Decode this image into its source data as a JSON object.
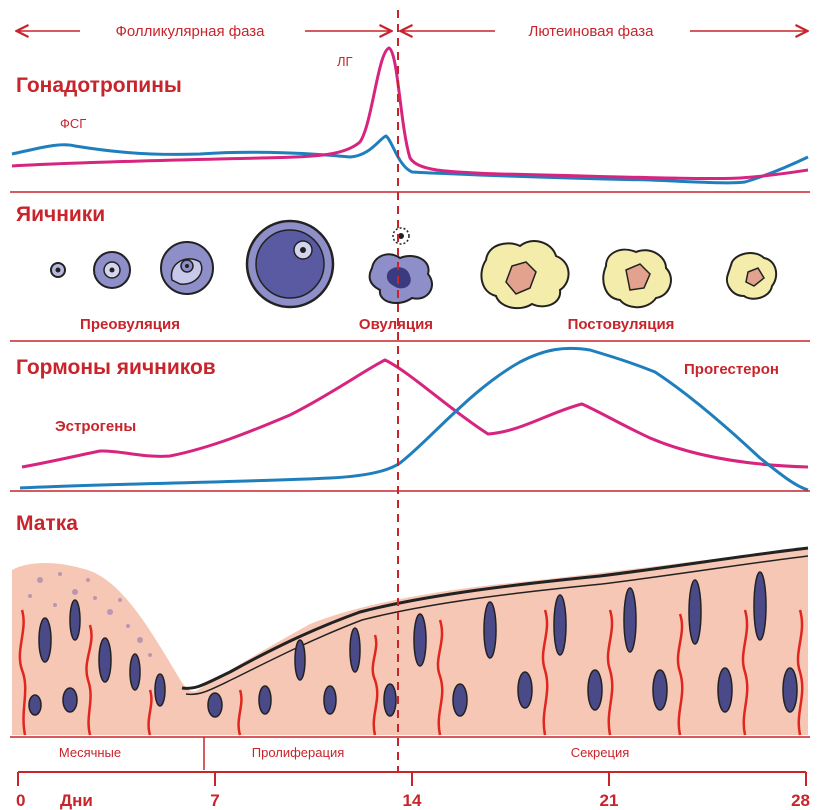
{
  "phases": {
    "follicular": "Фолликулярная фаза",
    "luteal": "Лютеиновая фаза"
  },
  "sections": {
    "gonadotropins": "Гонадотропины",
    "ovaries": "Яичники",
    "ovarian_hormones": "Гормоны яичников",
    "uterus": "Матка"
  },
  "curve_labels": {
    "lh": "ЛГ",
    "fsh": "ФСГ",
    "estrogens": "Эстрогены",
    "progesterone": "Прогестерон"
  },
  "ovary_stages": {
    "pre": "Преовуляция",
    "ovulation": "Овуляция",
    "post": "Постовуляция"
  },
  "uterus_phases": {
    "menses": "Месячные",
    "proliferation": "Пролиферация",
    "secretion": "Секреция"
  },
  "day_axis": {
    "label": "Дни",
    "ticks": [
      {
        "day": 0,
        "label": "0"
      },
      {
        "day": 7,
        "label": "7"
      },
      {
        "day": 14,
        "label": "14"
      },
      {
        "day": 21,
        "label": "21"
      },
      {
        "day": 28,
        "label": "28"
      }
    ]
  },
  "colors": {
    "red": "#c8242b",
    "magenta": "#d6247f",
    "blue": "#1f7fbd",
    "follicle": "#8e8ec8",
    "corpus_luteum": "#f4ecaa",
    "tissue": "#f7c7b5",
    "gland": "#4a4a88"
  }
}
